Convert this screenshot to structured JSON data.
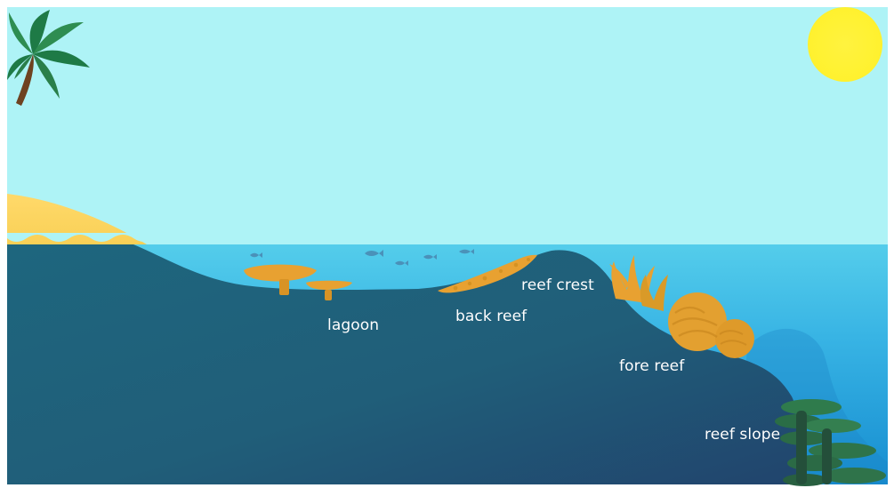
{
  "diagram": {
    "zone_labels": {
      "lagoon": "lagoon",
      "back_reef": "back reef",
      "reef_crest": "reef crest",
      "fore_reef": "fore reef",
      "reef_slope": "reef slope"
    }
  },
  "colors": {
    "sky": "#AEF3F6",
    "sun": "#FFF12E",
    "sand": "#FFD96A",
    "water_top": "#47C6E7",
    "water_deep": "#1E97D4",
    "reef_dark": "#1F6D86",
    "reef_mid": "#1F5F7C",
    "coral_orange": "#E8A131",
    "coral_dark": "#C98A1B",
    "palm_green": "#1E7A46",
    "palm_trunk": "#6E4220",
    "white_label": "#FFFFFF"
  }
}
